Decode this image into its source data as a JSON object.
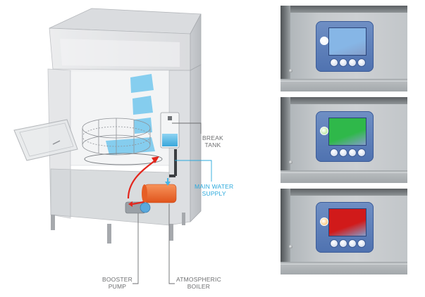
{
  "labels": {
    "break_tank": [
      "BREAK",
      "TANK"
    ],
    "main_water_supply": [
      "MAIN WATER",
      "SUPPLY"
    ],
    "booster_pump": [
      "BOOSTER",
      "PUMP"
    ],
    "atmospheric_boiler": [
      "ATMOSPHERIC",
      "BOILER"
    ]
  },
  "colors": {
    "label_gray": "#6d6e70",
    "label_blue": "#2aa9dc",
    "hot_water_red": "#e3261d",
    "boiler_orange": "#ee6a2a",
    "cold_water_blue": "#47b6e6",
    "screen_blue": "#86b6e6",
    "screen_green": "#2fb84a",
    "screen_red": "#d11a1a",
    "led_white": "#f4f6fa",
    "led_green": "#9fe07a",
    "led_orange": "#ffb24a"
  },
  "panels": [
    {
      "state": "standby",
      "screen_color": "#86b6e6",
      "led_color": "#f4f6fa"
    },
    {
      "state": "ready",
      "screen_color": "#2fb84a",
      "led_color": "#9fe07a"
    },
    {
      "state": "alarm",
      "screen_color": "#d11a1a",
      "led_color": "#ffb24a"
    }
  ]
}
